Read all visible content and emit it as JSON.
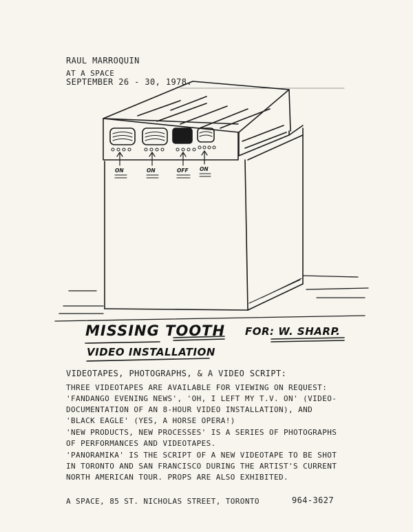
{
  "header": {
    "artist": "RAUL MARROQUIN",
    "venue": "AT A SPACE",
    "dates": "SEPTEMBER 26 - 30, 1978."
  },
  "drawing": {
    "switch_labels": [
      "ON",
      "ON",
      "OFF",
      "ON"
    ]
  },
  "handwritten": {
    "title": "MISSING TOOTH",
    "dedication": "FOR: W. SHARP.",
    "subtitle": "VIDEO INSTALLATION"
  },
  "body": {
    "heading": "VIDEOTAPES, PHOTOGRAPHS, & A VIDEO SCRIPT:",
    "lines": [
      "THREE VIDEOTAPES ARE AVAILABLE FOR VIEWING ON REQUEST:",
      "'FANDANGO EVENING NEWS', 'OH, I LEFT MY T.V. ON' (VIDEO-",
      "DOCUMENTATION OF AN 8-HOUR VIDEO INSTALLATION), AND",
      "'BLACK EAGLE' (YES, A HORSE OPERA!)",
      "'NEW PRODUCTS, NEW PROCESSES' IS A SERIES OF PHOTOGRAPHS",
      "OF PERFORMANCES AND VIDEOTAPES.",
      "'PANORAMIKA' IS THE SCRIPT OF A NEW VIDEOTAPE TO BE SHOT",
      "IN TORONTO AND SAN FRANCISCO DURING THE ARTIST'S CURRENT",
      "NORTH AMERICAN TOUR. PROPS ARE ALSO EXHIBITED."
    ]
  },
  "footer": {
    "address": "A SPACE, 85 ST. NICHOLAS STREET, TORONTO",
    "phone": "964-3627"
  }
}
